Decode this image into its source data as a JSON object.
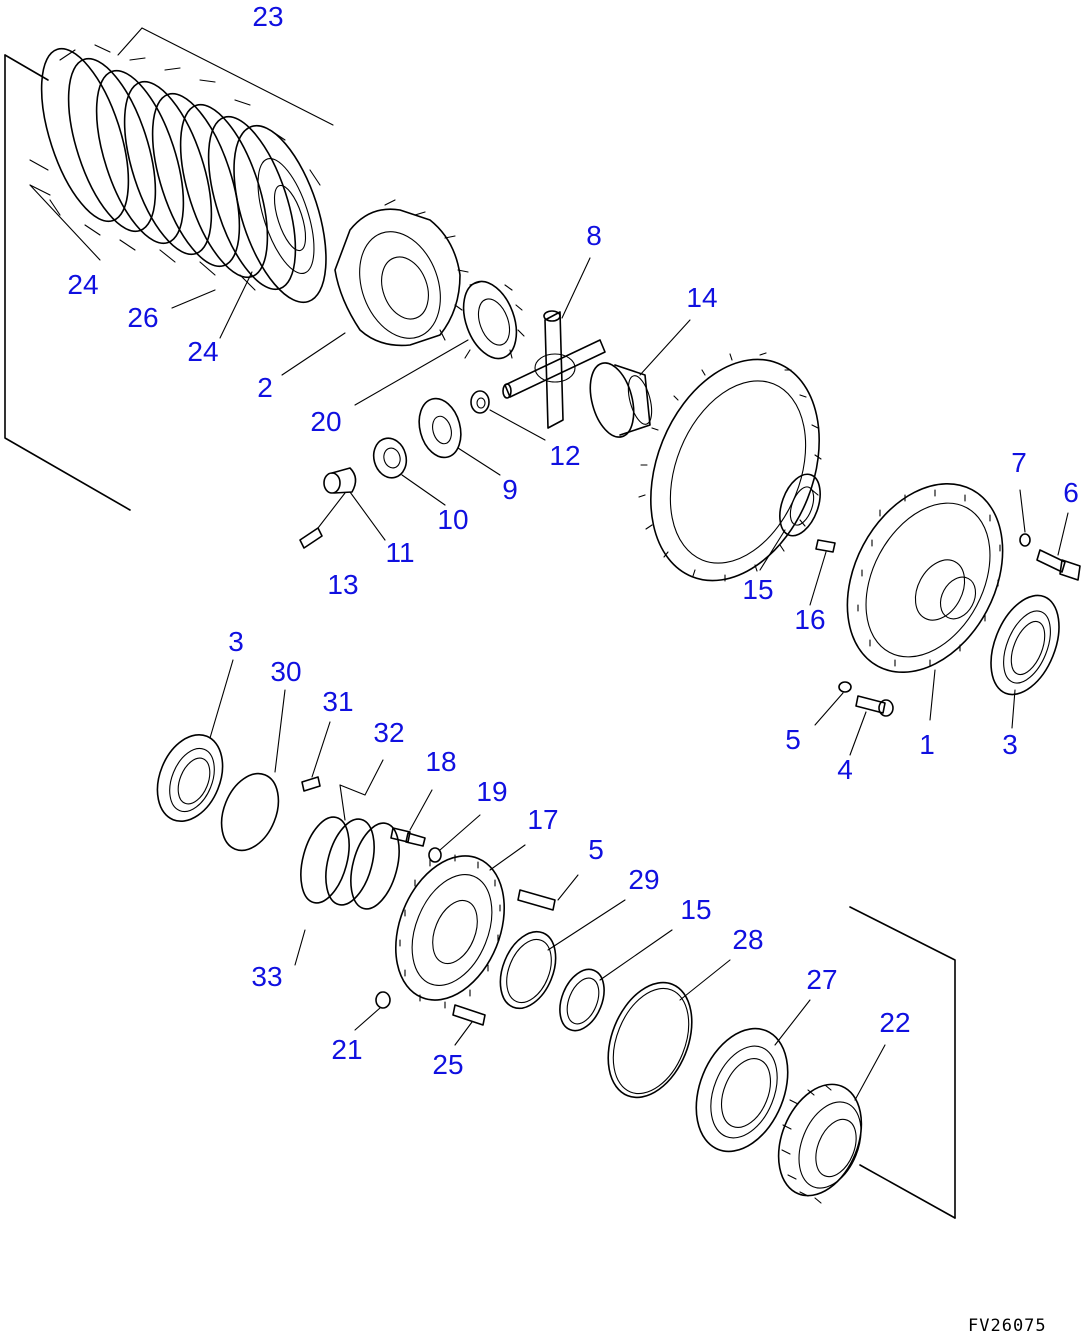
{
  "colors": {
    "callout": "#1010e0",
    "line": "#000000",
    "background": "#ffffff"
  },
  "drawing_code": "FV26075",
  "callouts": [
    {
      "id": "c23a",
      "label": "23"
    },
    {
      "id": "c24a",
      "label": "24"
    },
    {
      "id": "c26",
      "label": "26"
    },
    {
      "id": "c24b",
      "label": "24"
    },
    {
      "id": "c2",
      "label": "2"
    },
    {
      "id": "c20",
      "label": "20"
    },
    {
      "id": "c8",
      "label": "8"
    },
    {
      "id": "c14",
      "label": "14"
    },
    {
      "id": "c12",
      "label": "12"
    },
    {
      "id": "c9",
      "label": "9"
    },
    {
      "id": "c10",
      "label": "10"
    },
    {
      "id": "c11",
      "label": "11"
    },
    {
      "id": "c13",
      "label": "13"
    },
    {
      "id": "c7",
      "label": "7"
    },
    {
      "id": "c6",
      "label": "6"
    },
    {
      "id": "c15a",
      "label": "15"
    },
    {
      "id": "c16",
      "label": "16"
    },
    {
      "id": "c5a",
      "label": "5"
    },
    {
      "id": "c4",
      "label": "4"
    },
    {
      "id": "c1",
      "label": "1"
    },
    {
      "id": "c3a",
      "label": "3"
    },
    {
      "id": "c3b",
      "label": "3"
    },
    {
      "id": "c30",
      "label": "30"
    },
    {
      "id": "c31",
      "label": "31"
    },
    {
      "id": "c32",
      "label": "32"
    },
    {
      "id": "c18",
      "label": "18"
    },
    {
      "id": "c19",
      "label": "19"
    },
    {
      "id": "c17",
      "label": "17"
    },
    {
      "id": "c5b",
      "label": "5"
    },
    {
      "id": "c29",
      "label": "29"
    },
    {
      "id": "c15b",
      "label": "15"
    },
    {
      "id": "c28",
      "label": "28"
    },
    {
      "id": "c27",
      "label": "27"
    },
    {
      "id": "c22",
      "label": "22"
    },
    {
      "id": "c33",
      "label": "33"
    },
    {
      "id": "c21",
      "label": "21"
    },
    {
      "id": "c25",
      "label": "25"
    }
  ]
}
